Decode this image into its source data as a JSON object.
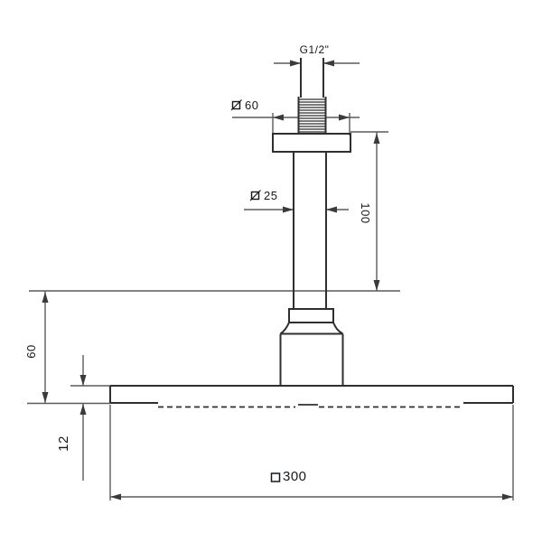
{
  "labels": {
    "thread": "G1/2\"",
    "flange_diameter": "60",
    "pipe_diameter": "25",
    "arm_length": "100",
    "head_height": "60",
    "plate_thickness": "12",
    "plate_width": "300"
  },
  "icons": {
    "diameter": "slashed-square-diameter-symbol",
    "square": "open-square-symbol"
  },
  "colors": {
    "background": "#ffffff",
    "object_line": "#2f2f2f",
    "dimension_line": "#5a5a5a",
    "arrow": "#3a3a3a",
    "text": "#16181d"
  }
}
